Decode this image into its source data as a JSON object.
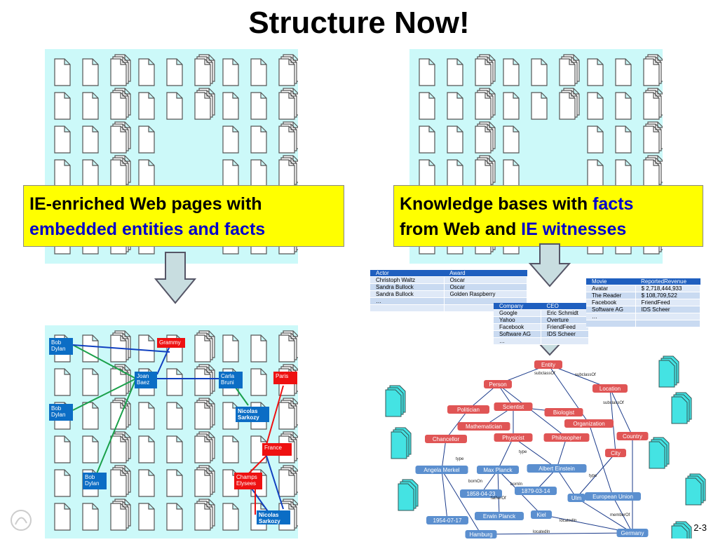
{
  "title": "Structure Now!",
  "callout_left": {
    "line1": "IE-enriched Web pages with",
    "line2": "embedded entities and facts"
  },
  "callout_right": {
    "line1a": "Knowledge bases with ",
    "line1b": "facts",
    "line2a": "from Web and ",
    "line2b": "IE witnesses"
  },
  "table_actor": {
    "headers": [
      "Actor",
      "Award"
    ],
    "rows": [
      [
        "Christoph Waltz",
        "Oscar"
      ],
      [
        "Sandra Bullock",
        "Oscar"
      ],
      [
        "Sandra Bullock",
        "Golden Raspberry"
      ],
      [
        "…",
        ""
      ],
      [
        "",
        ""
      ]
    ]
  },
  "table_company": {
    "headers": [
      "Company",
      "CEO"
    ],
    "rows": [
      [
        "Google",
        "Eric Schmidt"
      ],
      [
        "Yahoo",
        "Overture"
      ],
      [
        "Facebook",
        "FriendFeed"
      ],
      [
        "Software AG",
        "IDS Scheer"
      ],
      [
        "…",
        ""
      ]
    ]
  },
  "table_movie": {
    "headers": [
      "Movie",
      "ReportedRevenue"
    ],
    "rows": [
      [
        "Avatar",
        "$ 2,718,444,933"
      ],
      [
        "The Reader",
        "$ 108,709,522"
      ],
      [
        "Facebook",
        "FriendFeed"
      ],
      [
        "Software AG",
        "IDS Scheer"
      ],
      [
        "…",
        ""
      ],
      [
        "",
        ""
      ]
    ]
  },
  "entities": {
    "bob_dylan_1": "Bob Dylan",
    "grammy": "Grammy",
    "joan_baez": "Joan Baez",
    "carla_bruni": "Carla Bruni",
    "paris": "Paris",
    "bob_dylan_2": "Bob Dylan",
    "nicolas_sarkozy_1": "Nicolas Sarkozy",
    "france": "France",
    "bob_dylan_3": "Bob Dylan",
    "champs_elysees": "Champs Elysees",
    "nicolas_sarkozy_2": "Nicolas Sarkozy"
  },
  "kg": {
    "nodes": [
      "Entity",
      "Person",
      "Location",
      "Politician",
      "Scientist",
      "Biologist",
      "Mathematician",
      "Organization",
      "Chancellor",
      "Physicist",
      "Philosopher",
      "City",
      "Country",
      "Angela Merkel",
      "Max Planck",
      "Albert Einstein",
      "1858-04-23",
      "1879-03-14",
      "Ulm",
      "European Union",
      "Erwin Planck",
      "Kiel",
      "1954-07-17",
      "Hamburg",
      "Germany"
    ],
    "edge_labels": [
      "subclassOf",
      "type",
      "bornOn",
      "bornIn",
      "fatherOf",
      "locatedIn",
      "memberOf"
    ]
  },
  "slide_number": "2-3",
  "colors": {
    "panel": "#ccf9f9",
    "callout": "#ffff00",
    "highlight": "#0000cc",
    "entity_blue": "#0b6dc5",
    "entity_red": "#ee1111",
    "kg_node": "#e05555"
  }
}
